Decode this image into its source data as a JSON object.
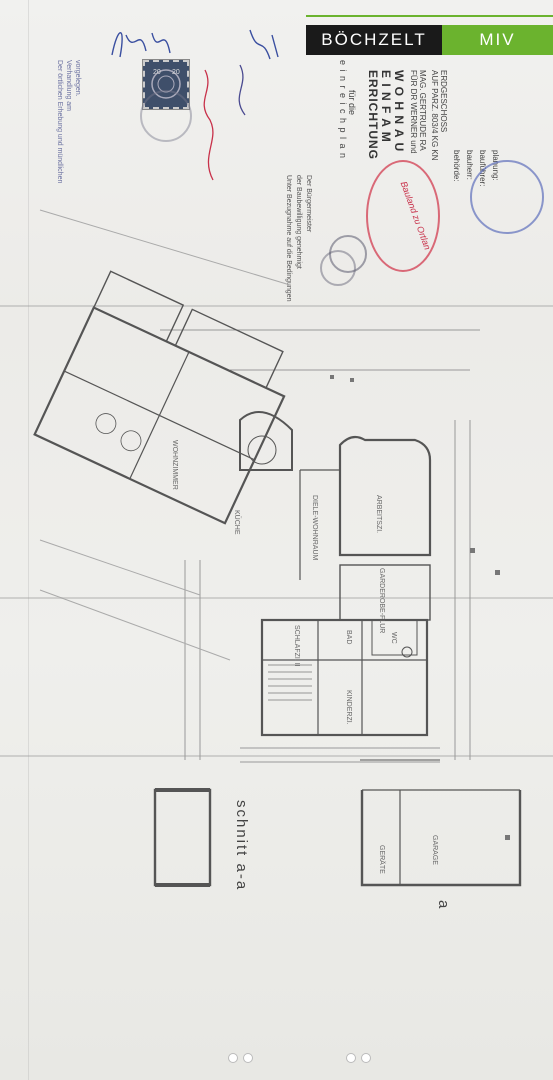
{
  "brand": {
    "left": "BÖCHZELT",
    "right": "MIV",
    "accent_color": "#6bb32e",
    "dark_color": "#1a1a1a"
  },
  "document": {
    "heading_small": "e i n r e i c h p l a n",
    "for_the": "für die",
    "project_line1": "ERRICHTUNG",
    "project_line2": "E I N F A M",
    "project_line3": "W O H N A U",
    "client_line": "FÜR DR WERNER und",
    "client_line2": "MAG. GERTRUDE RA",
    "plot_line": "AUF PARZ. 803/4 KG KN",
    "floor_line": "ERDGESCHOSS",
    "authority_label": "behörde:",
    "owner_label": "bauherr:",
    "builder_label": "bauführer:",
    "planner_label": "planung:",
    "approval_note_1": "Unter Bezugnahme auf die Bedingungen",
    "approval_note_2": "der Baubewilligung genehmigt",
    "approval_note_3": "Der Bürgermeister",
    "stamp_red_text": "Bauland zu Ortlan",
    "left_note_1": "Der örtlichen Erhebung und mündlichen",
    "left_note_2": "Verhandlung am",
    "left_note_3": "vorgelegen.",
    "section_label": "schnitt a-a",
    "a_marker": "a"
  },
  "rooms": [
    {
      "label": "WOHNZIMMER"
    },
    {
      "label": "ARBEITSZI."
    },
    {
      "label": "DIELE-WOHNRAUM"
    },
    {
      "label": "GARDEROBE-FLUR"
    },
    {
      "label": "SCHLAFZI. II"
    },
    {
      "label": "BAD"
    },
    {
      "label": "KINDERZI."
    },
    {
      "label": "GARAGE"
    },
    {
      "label": "GERÄTE"
    },
    {
      "label": "KÜCHE"
    },
    {
      "label": "WC"
    }
  ]
}
